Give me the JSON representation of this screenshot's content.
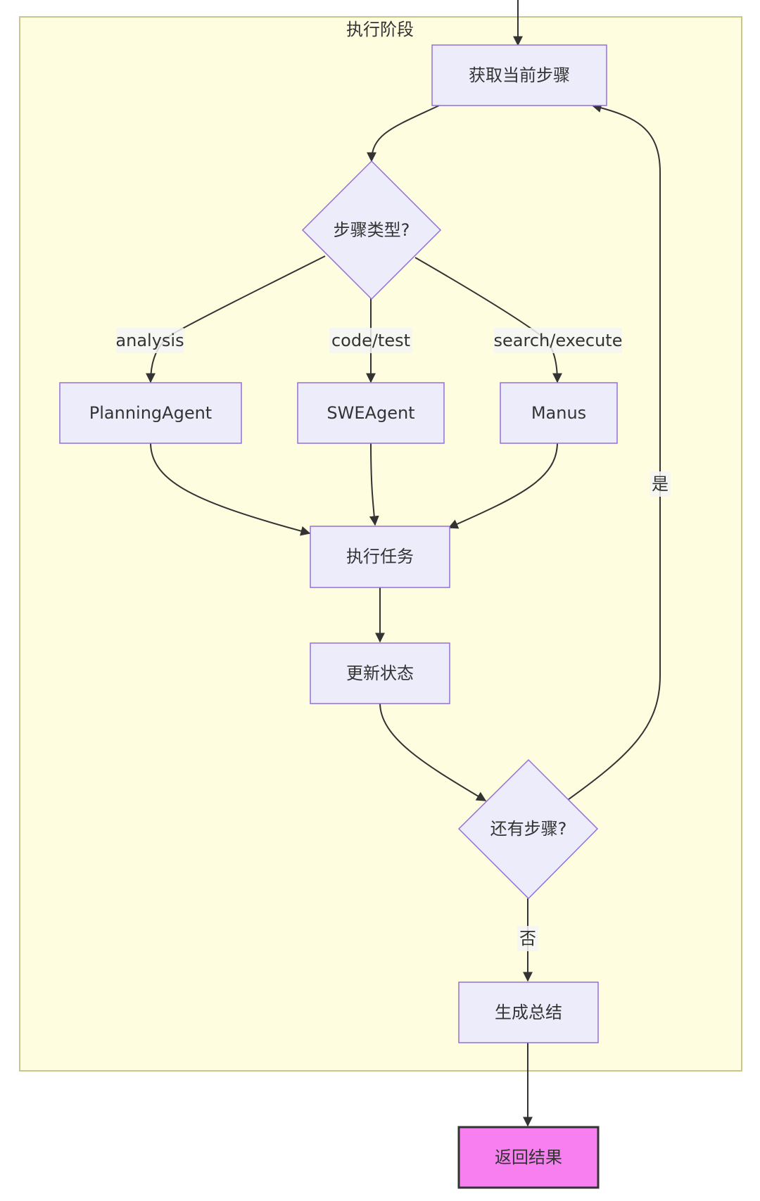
{
  "subgraph": {
    "title": "执行阶段"
  },
  "nodes": {
    "get_step": "获取当前步骤",
    "step_type": "步骤类型?",
    "planning_agent": "PlanningAgent",
    "swe_agent": "SWEAgent",
    "manus": "Manus",
    "execute_task": "执行任务",
    "update_state": "更新状态",
    "more_steps": "还有步骤?",
    "summary": "生成总结",
    "return_result": "返回结果"
  },
  "edge_labels": {
    "analysis": "analysis",
    "code_test": "code/test",
    "search_execute": "search/execute",
    "yes": "是",
    "no": "否"
  },
  "colors": {
    "subgraph_fill": "#fffde0",
    "subgraph_stroke": "#c8c68a",
    "node_fill": "#ececfb",
    "node_stroke": "#9370db",
    "terminal_fill": "#f77ff0",
    "terminal_stroke": "#333333",
    "edge": "#333333"
  }
}
